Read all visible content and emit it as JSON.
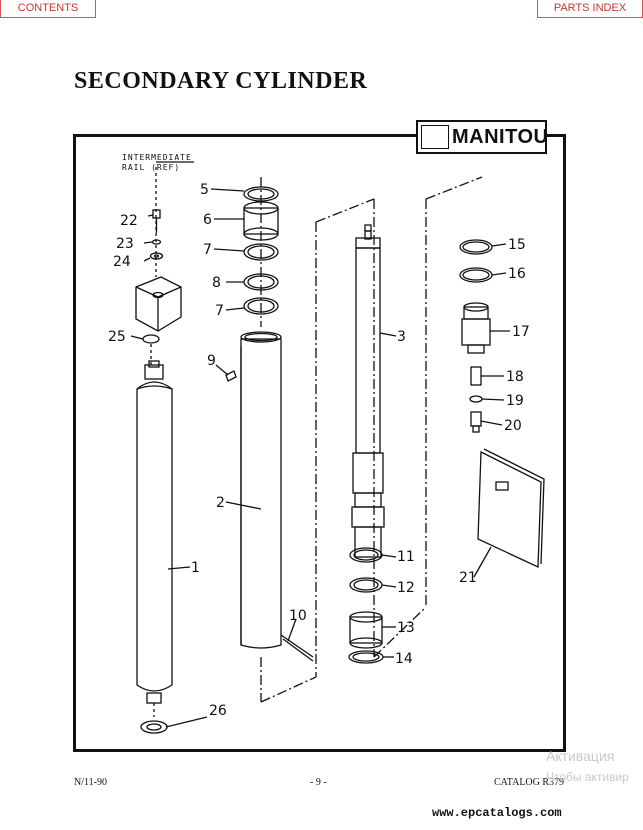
{
  "nav": {
    "contents": "CONTENTS",
    "parts_index": "PARTS INDEX"
  },
  "title": "SECONDARY CYLINDER",
  "logo": {
    "text": "MANITOU"
  },
  "drawing": {
    "ref_note": [
      "INTERMEDIATE",
      "RAIL (REF)"
    ],
    "callouts": [
      "1",
      "2",
      "3",
      "5",
      "6",
      "7",
      "8",
      "7",
      "9",
      "10",
      "11",
      "12",
      "13",
      "14",
      "15",
      "16",
      "17",
      "18",
      "19",
      "20",
      "21",
      "22",
      "23",
      "24",
      "25",
      "26"
    ]
  },
  "footer": {
    "date": "N/11-90",
    "page": "- 9 -",
    "catalog": "CATALOG R379"
  },
  "watermark": {
    "line1": "Активация",
    "line2": "Чтобы активир"
  },
  "site": "www.epcatalogs.com"
}
